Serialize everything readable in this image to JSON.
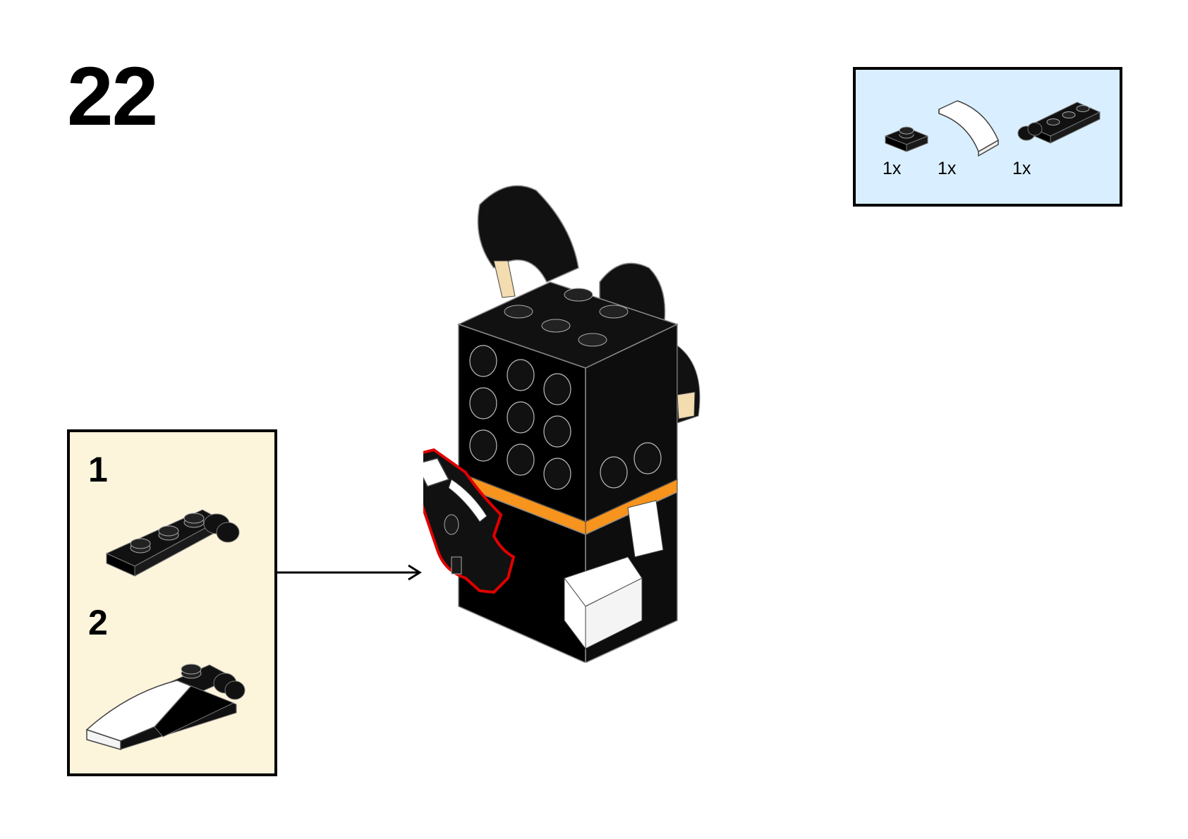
{
  "step": {
    "number": "22"
  },
  "parts_list": {
    "items": [
      {
        "qty": "1x",
        "icon": "black-1x1-plate-icon"
      },
      {
        "qty": "1x",
        "icon": "white-curved-slope-icon"
      },
      {
        "qty": "1x",
        "icon": "black-hinge-plate-icon"
      }
    ]
  },
  "sub_assembly": {
    "steps": [
      {
        "number": "1",
        "icon": "black-hinge-plate-icon"
      },
      {
        "number": "2",
        "icon": "white-curved-slope-on-hinge-plate-icon"
      }
    ]
  },
  "colors": {
    "parts_box_bg": "#d9efff",
    "sub_box_bg": "#fdf4dc",
    "highlight": "#e00000",
    "accent_orange": "#f7941d",
    "tan": "#f2dcb0"
  }
}
